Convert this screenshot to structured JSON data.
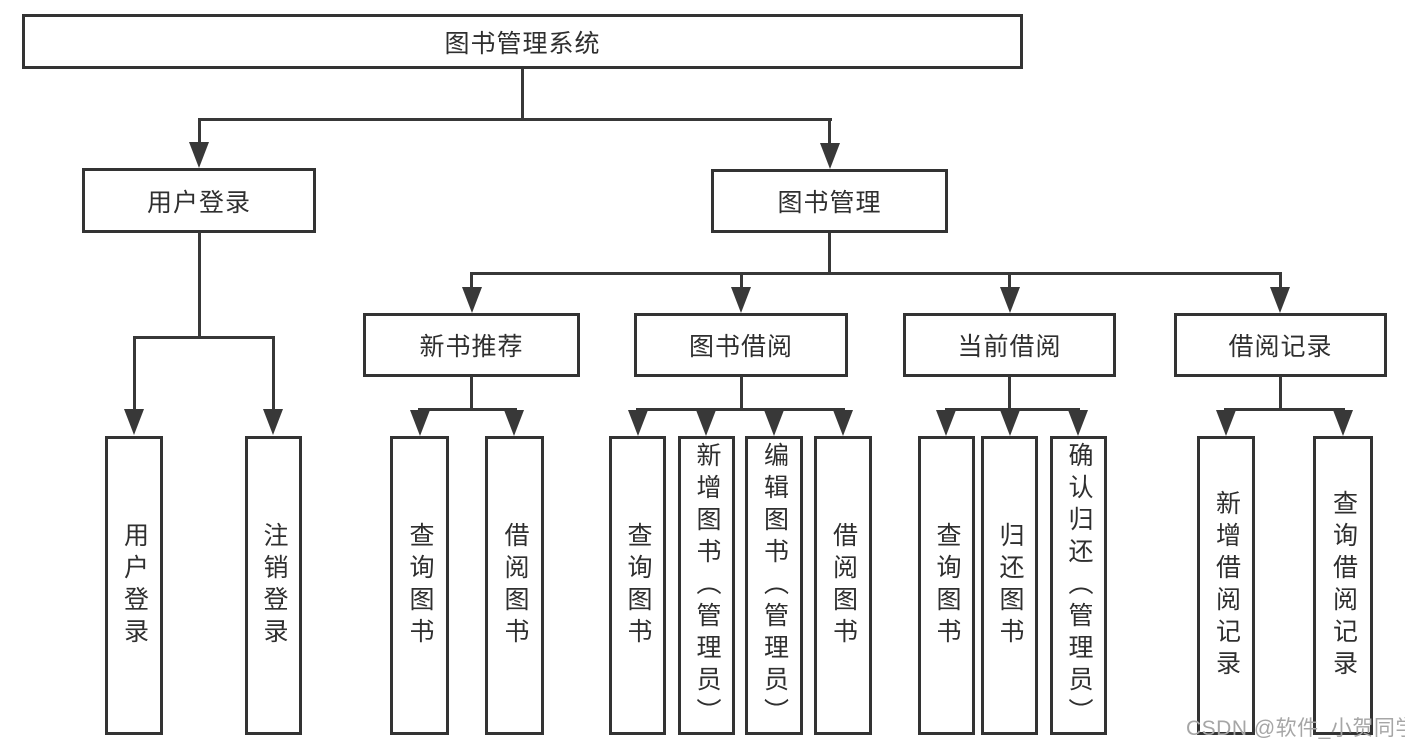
{
  "diagram_title": "图书管理系统",
  "tree": {
    "label": "图书管理系统",
    "children": [
      {
        "label": "用户登录",
        "children": [
          {
            "label": "用户登录"
          },
          {
            "label": "注销登录"
          }
        ]
      },
      {
        "label": "图书管理",
        "children": [
          {
            "label": "新书推荐",
            "children": [
              {
                "label": "查询图书"
              },
              {
                "label": "借阅图书"
              }
            ]
          },
          {
            "label": "图书借阅",
            "children": [
              {
                "label": "查询图书"
              },
              {
                "label": "新增图书（管理员）"
              },
              {
                "label": "编辑图书（管理员）"
              },
              {
                "label": "借阅图书"
              }
            ]
          },
          {
            "label": "当前借阅",
            "children": [
              {
                "label": "查询图书"
              },
              {
                "label": "归还图书"
              },
              {
                "label": "确认归还（管理员）"
              }
            ]
          },
          {
            "label": "借阅记录",
            "children": [
              {
                "label": "新增借阅记录"
              },
              {
                "label": "查询借阅记录"
              }
            ]
          }
        ]
      }
    ]
  },
  "watermark": "CSDN @软件_小贺同学",
  "colors": {
    "line": "#383838",
    "box_border": "#333333",
    "text": "#2f2f2f",
    "watermark": "#a6a6a6",
    "background": "#ffffff"
  }
}
